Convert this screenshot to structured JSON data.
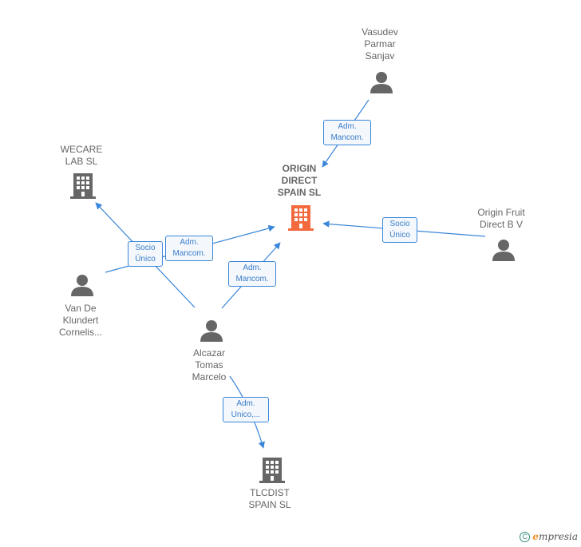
{
  "nodes": {
    "origin_direct": {
      "label": "ORIGIN\nDIRECT\nSPAIN  SL",
      "type": "company",
      "color": "#f26a3e"
    },
    "vasudev": {
      "label": "Vasudev\nParmar\nSanjav",
      "type": "person"
    },
    "wecare": {
      "label": "WECARE\nLAB  SL",
      "type": "company"
    },
    "origin_fruit": {
      "label": "Origin Fruit\nDirect B V",
      "type": "person"
    },
    "van_de": {
      "label": "Van De\nKlundert\nCornelis...",
      "type": "person"
    },
    "alcazar": {
      "label": "Alcazar\nTomas\nMarcelo",
      "type": "person"
    },
    "tlcdist": {
      "label": "TLCDIST\nSPAIN  SL",
      "type": "company"
    }
  },
  "edges": {
    "vasudev_adm": "Adm.\nMancom.",
    "vandeklundert_socio": "Socio\nÚnico",
    "vandeklundert_adm": "Adm.\nMancom.",
    "alcazar_adm": "Adm.\nMancom.",
    "originfruit_socio": "Socio\nÚnico",
    "alcazar_tlc": "Adm.\nUnico,..."
  },
  "footer": {
    "symbol": "C",
    "brand_initial": "e",
    "brand_rest": "mpresia"
  },
  "colors": {
    "edge": "#3a86d9",
    "icon": "#666666",
    "center_icon": "#f26a3e"
  }
}
